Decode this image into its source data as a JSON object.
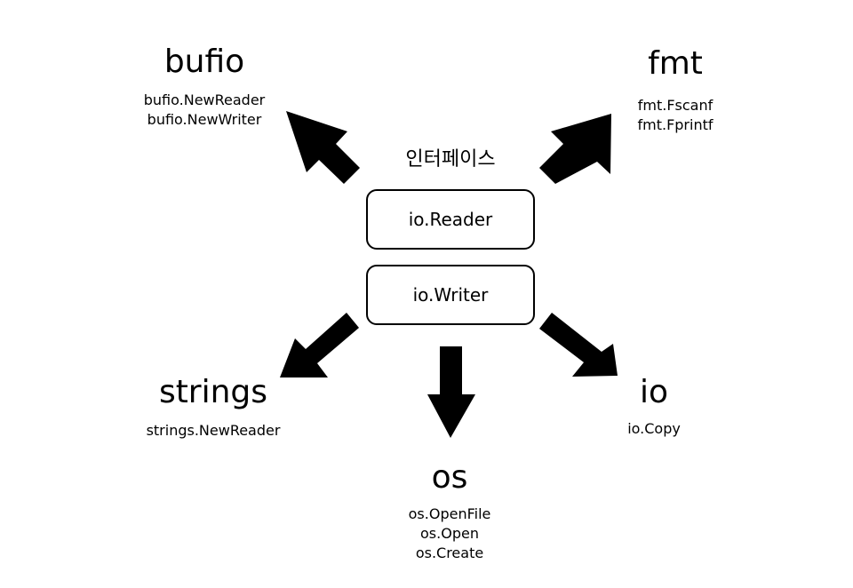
{
  "interface": {
    "label": "인터페이스",
    "items": [
      "io.Reader",
      "io.Writer"
    ]
  },
  "packages": {
    "bufio": {
      "title": "bufio",
      "funcs": [
        "bufio.NewReader",
        "bufio.NewWriter"
      ]
    },
    "fmt": {
      "title": "fmt",
      "funcs": [
        "fmt.Fscanf",
        "fmt.Fprintf"
      ]
    },
    "strings": {
      "title": "strings",
      "funcs": [
        "strings.NewReader"
      ]
    },
    "io": {
      "title": "io",
      "funcs": [
        "io.Copy"
      ]
    },
    "os": {
      "title": "os",
      "funcs": [
        "os.OpenFile",
        "os.Open",
        "os.Create"
      ]
    }
  },
  "colors": {
    "arrow": "#000000",
    "background": "#ffffff",
    "box_border": "#000000"
  }
}
